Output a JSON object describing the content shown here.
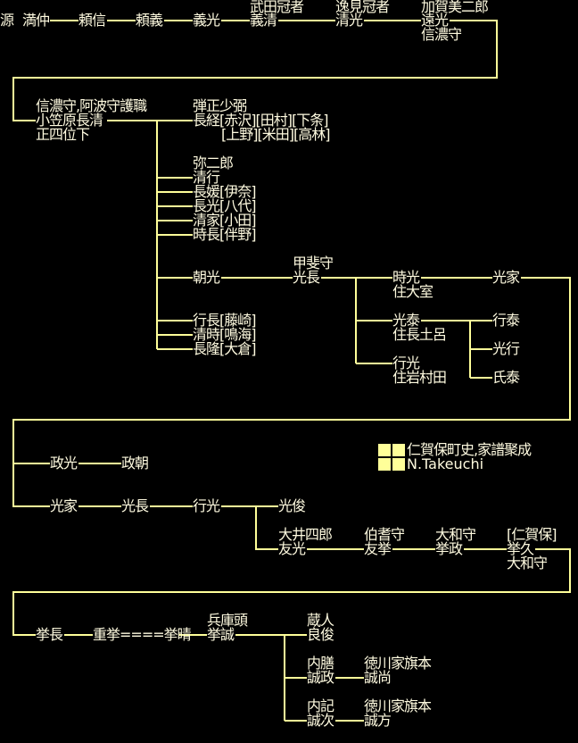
{
  "row1": {
    "clan": "源",
    "mitsunaka": "満仲",
    "yorinobu": "頼信",
    "yoriyoshi": "頼義",
    "yoshimitsu": "義光",
    "yoshikiyo_title": "武田冠者",
    "yoshikiyo": "義清",
    "kiyomitsu_title": "逸見冠者",
    "kiyomitsu": "清光",
    "toomitsu_title": "加賀美二郎",
    "toomitsu": "遠光",
    "toomitsu_office": "信濃守"
  },
  "row2": {
    "nagakiyo_title": "信濃守,阿波守護職",
    "nagakiyo": "小笠原長清",
    "nagakiyo_rank": "正四位下",
    "nagatsune_title": "弾正少弼",
    "nagatsune": "長経[赤沢][田村][下条]",
    "nagatsune_branches2": "[上野][米田][高林]",
    "kiyoyuki_title": "弥二郎",
    "kiyoyuki": "清行",
    "children": [
      "長媛[伊奈]",
      "長光[八代]",
      "清家[小田]",
      "時長[伴野]"
    ],
    "tomomitsu": "朝光",
    "children2": [
      "行長[藤崎]",
      "清時[鳴海]",
      "長隆[大倉]"
    ],
    "mitsunaga_title": "甲斐守",
    "mitsunaga": "光長",
    "tokimitsu": "時光",
    "tokimitsu_res": "住大室",
    "mitsuie": "光家",
    "mitsuyasu": "光泰",
    "mitsuyasu_res": "住長土呂",
    "yukimitsu": "行光",
    "yukimitsu_res": "住岩村田",
    "grandchildren": [
      "行泰",
      "光行",
      "氏泰"
    ]
  },
  "legend": {
    "source": "仁賀保町史,家譜聚成",
    "author": "N.Takeuchi"
  },
  "row3": {
    "masamitsu": "政光",
    "masatomo": "政朝",
    "mitsuie": "光家",
    "mitsunaga": "光長",
    "yukimitsu": "行光",
    "mitsutoshi": "光俊",
    "tomomitsu_title": "大井四郎",
    "tomomitsu": "友光",
    "tomotaka_title": "伯耆守",
    "tomotaka": "友挙",
    "takamasa_title": "大和守",
    "takamasa": "挙政",
    "takahisa_title": "[仁賀保]",
    "takahisa": "挙久",
    "takahisa_office": "大和守"
  },
  "row4": {
    "takanaga": "挙長",
    "shigetaka": "重挙====挙晴",
    "takanobu_title": "兵庫頭",
    "takanobu": "挙誠",
    "yoshitoshi_title": "蔵人",
    "yoshitoshi": "良俊",
    "masamasa_title": "内膳",
    "masamasa": "誠政",
    "masahisa_title": "徳川家旗本",
    "masahisa": "誠尚",
    "masatsugu_title": "内記",
    "masatsugu": "誠次",
    "masakata_title": "徳川家旗本",
    "masakata": "誠方"
  }
}
